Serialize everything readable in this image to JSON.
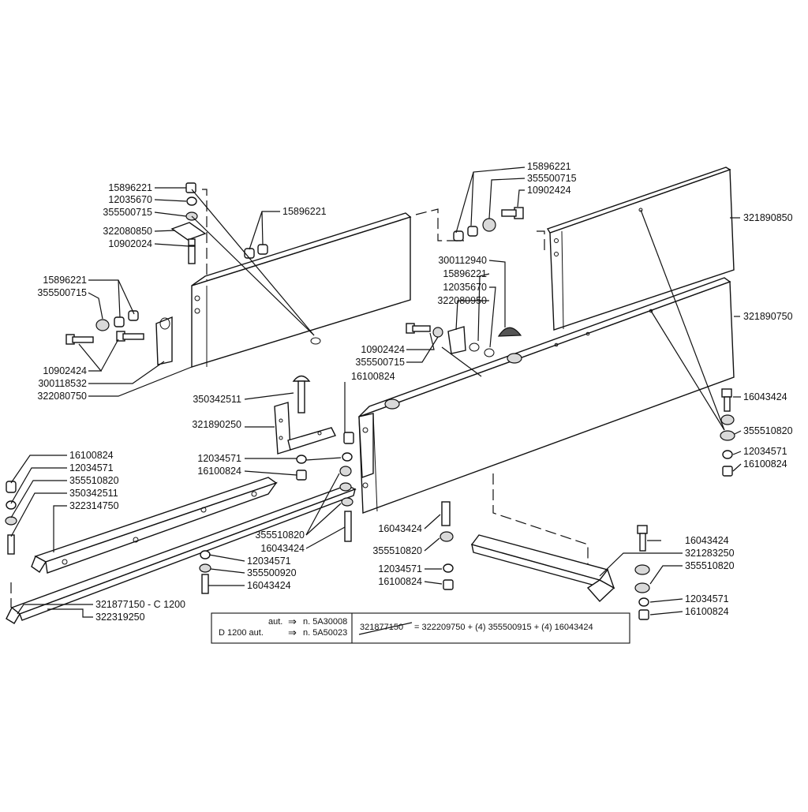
{
  "labels": {
    "l01": "15896221",
    "l02": "12035670",
    "l03": "355500715",
    "l04": "322080850",
    "l05": "10902024",
    "l06": "15896221",
    "l07": "15896221",
    "l08": "355500715",
    "l09": "10902424",
    "l10": "300118532",
    "l11": "322080750",
    "l12": "15896221",
    "l13": "355500715",
    "l14": "10902424",
    "l15": "321890850",
    "l16": "300112940",
    "l17": "15896221",
    "l18": "12035670",
    "l19": "322080950",
    "l20": "321890750",
    "l21": "10902424",
    "l22": "355500715",
    "l23": "16100824",
    "l24": "350342511",
    "l25": "321890250",
    "l26": "16043424",
    "l27": "355510820",
    "l28": "12034571",
    "l29": "16100824",
    "l30": "16100824",
    "l31": "12034571",
    "l32": "355510820",
    "l33": "350342511",
    "l34": "322314750",
    "l35": "12034571",
    "l36": "16100824",
    "l37": "16043424",
    "l38": "355510820",
    "l39": "12034571",
    "l40": "16100824",
    "l41": "355510820",
    "l42": "16043424",
    "l43": "12034571",
    "l44": "355500920",
    "l45": "16043424",
    "l46": "16043424",
    "l47": "321283250",
    "l48": "355510820",
    "l49": "12034571",
    "l50": "16100824",
    "l51": "321877150 - C 1200",
    "l52": "322319250"
  },
  "notes": {
    "aut1": "aut.",
    "serial1": "n. 5A30008",
    "d1200": "D 1200 aut.",
    "serial2": "n. 5A50023",
    "struck": "321877150",
    "equation": "= 322209750 + (4) 355500915 + (4) 16043424"
  }
}
